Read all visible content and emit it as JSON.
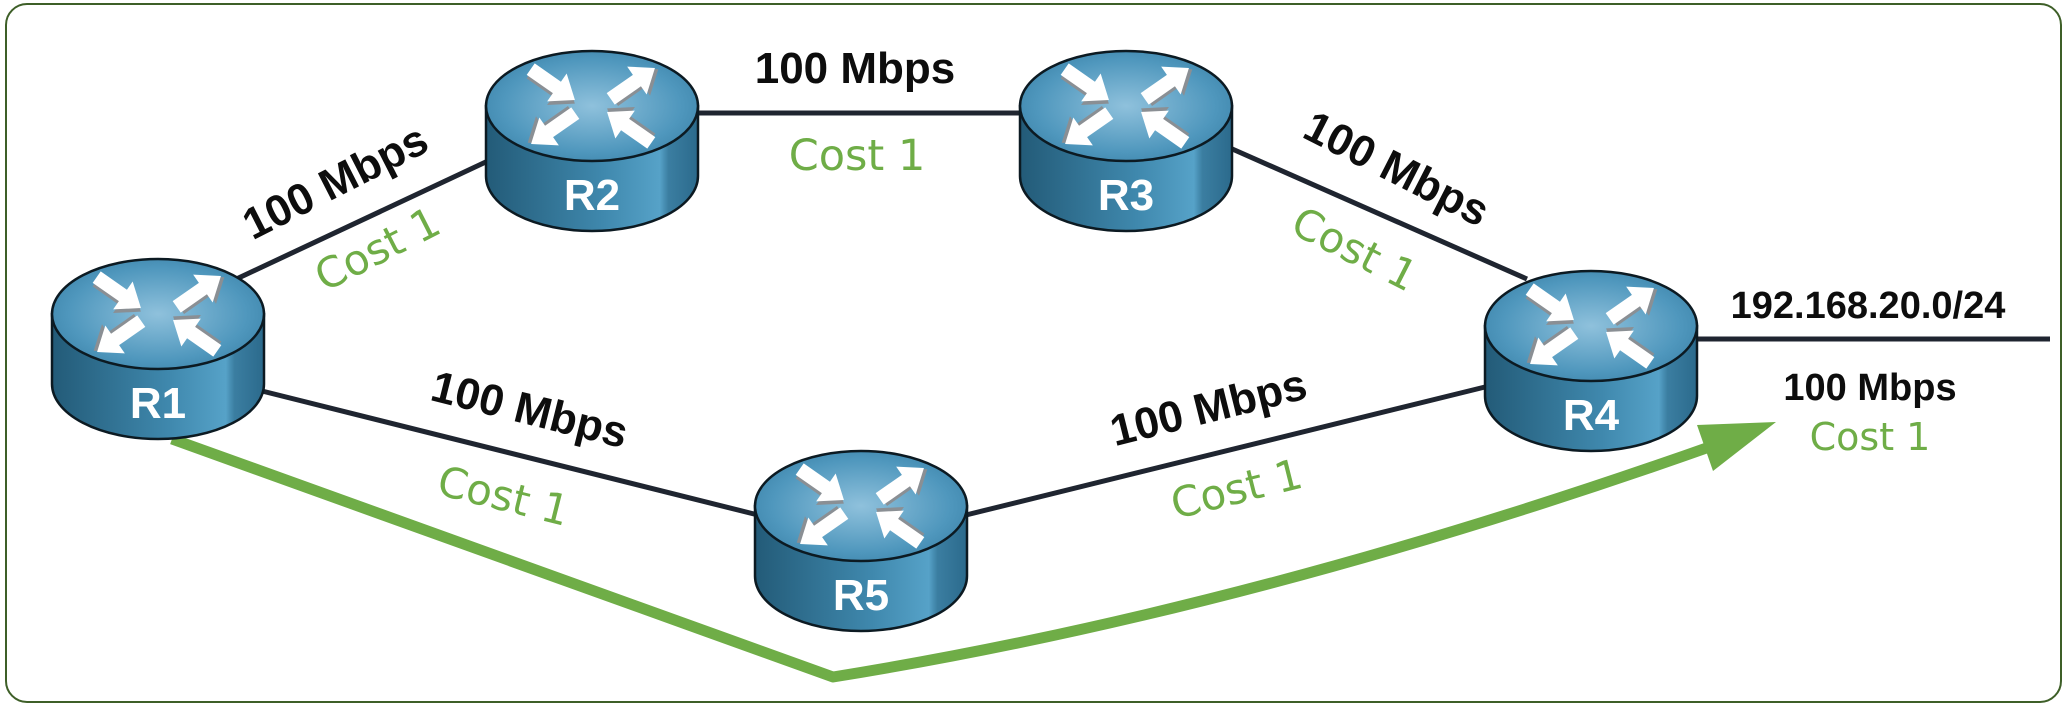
{
  "diagram": {
    "colors": {
      "link": "#1f2530",
      "path_highlight": "#6fad47",
      "cost_text": "#6fad47",
      "bandwidth_text": "#0d0d0d",
      "frame_border": "#3e5f28",
      "router_body": "#3a7fa3",
      "router_top": "#5da3c6"
    },
    "routers": [
      {
        "id": "R1",
        "name": "R1"
      },
      {
        "id": "R2",
        "name": "R2"
      },
      {
        "id": "R3",
        "name": "R3"
      },
      {
        "id": "R4",
        "name": "R4"
      },
      {
        "id": "R5",
        "name": "R5"
      }
    ],
    "links": [
      {
        "id": "r1-r2",
        "from": "R1",
        "to": "R2",
        "bandwidth": "100 Mbps",
        "cost": "Cost 1"
      },
      {
        "id": "r2-r3",
        "from": "R2",
        "to": "R3",
        "bandwidth": "100 Mbps",
        "cost": "Cost 1"
      },
      {
        "id": "r3-r4",
        "from": "R3",
        "to": "R4",
        "bandwidth": "100 Mbps",
        "cost": "Cost 1"
      },
      {
        "id": "r1-r5",
        "from": "R1",
        "to": "R5",
        "bandwidth": "100 Mbps",
        "cost": "Cost 1"
      },
      {
        "id": "r5-r4",
        "from": "R5",
        "to": "R4",
        "bandwidth": "100 Mbps",
        "cost": "Cost 1"
      }
    ],
    "stub_network": {
      "router": "R4",
      "subnet": "192.168.20.0/24",
      "bandwidth": "100 Mbps",
      "cost": "Cost 1"
    },
    "highlighted_path": {
      "description": "Path from R1 via R5 to R4 toward 192.168.20.0/24",
      "hops": [
        "R1",
        "R5",
        "R4"
      ]
    }
  }
}
